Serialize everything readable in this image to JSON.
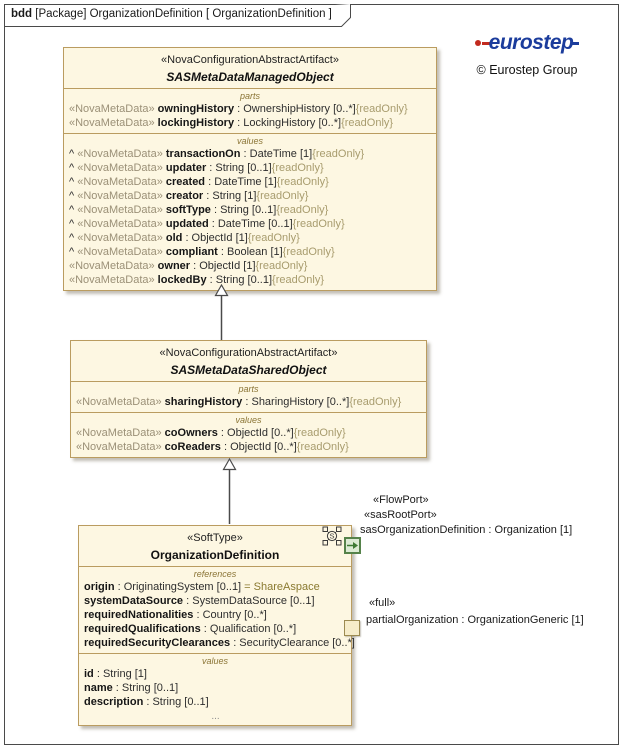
{
  "frame": {
    "tab": {
      "keyword": "bdd",
      "rest": " [Package] OrganizationDefinition [ OrganizationDefinition ]"
    }
  },
  "branding": {
    "logo": "eurostep",
    "copyright": "© Eurostep Group",
    "logo_color": "#1b3c9c",
    "logo_accent": "#c22a1e"
  },
  "icons": {
    "structure_letter": "S"
  },
  "colors": {
    "box_fill": "#fdf7e2",
    "box_border": "#ba9c60",
    "stereotype_muted": "#9b9077",
    "readonly_modifier": "#a89c6e",
    "default_value": "#8a7a30",
    "flow_port_green": "#55824a"
  },
  "classes": [
    {
      "stereotype": "«NovaConfigurationAbstractArtifact»",
      "name": "SASMetaDataManagedObject",
      "compartments": [
        {
          "label": "parts",
          "rows": [
            {
              "stereotype": "«NovaMetaData»",
              "name": "owningHistory",
              "type": " : OwnershipHistory [0..*]",
              "modifier": "{readOnly}"
            },
            {
              "stereotype": "«NovaMetaData»",
              "name": "lockingHistory",
              "type": " : LockingHistory [0..*]",
              "modifier": "{readOnly}"
            }
          ]
        },
        {
          "label": "values",
          "rows": [
            {
              "prefix": "^",
              "stereotype": "«NovaMetaData»",
              "name": "transactionOn",
              "type": " : DateTime [1]",
              "modifier": "{readOnly}"
            },
            {
              "prefix": "^",
              "stereotype": "«NovaMetaData»",
              "name": "updater",
              "type": " : String [0..1]",
              "modifier": "{readOnly}"
            },
            {
              "prefix": "^",
              "stereotype": "«NovaMetaData»",
              "name": "created",
              "type": " : DateTime [1]",
              "modifier": "{readOnly}"
            },
            {
              "prefix": "^",
              "stereotype": "«NovaMetaData»",
              "name": "creator",
              "type": " : String [1]",
              "modifier": "{readOnly}"
            },
            {
              "prefix": "^",
              "stereotype": "«NovaMetaData»",
              "name": "softType",
              "type": " : String [0..1]",
              "modifier": "{readOnly}"
            },
            {
              "prefix": "^",
              "stereotype": "«NovaMetaData»",
              "name": "updated",
              "type": " : DateTime [0..1]",
              "modifier": "{readOnly}"
            },
            {
              "prefix": "^",
              "stereotype": "«NovaMetaData»",
              "name": "old",
              "type": " : ObjectId [1]",
              "modifier": "{readOnly}"
            },
            {
              "prefix": "^",
              "stereotype": "«NovaMetaData»",
              "name": "compliant",
              "type": " : Boolean [1]",
              "modifier": "{readOnly}"
            },
            {
              "stereotype": "«NovaMetaData»",
              "name": "owner",
              "type": " : ObjectId [1]",
              "modifier": "{readOnly}"
            },
            {
              "stereotype": "«NovaMetaData»",
              "name": "lockedBy",
              "type": " : String [0..1]",
              "modifier": "{readOnly}"
            }
          ]
        }
      ]
    },
    {
      "stereotype": "«NovaConfigurationAbstractArtifact»",
      "name": "SASMetaDataSharedObject",
      "compartments": [
        {
          "label": "parts",
          "rows": [
            {
              "stereotype": "«NovaMetaData»",
              "name": "sharingHistory",
              "type": " : SharingHistory [0..*]",
              "modifier": "{readOnly}"
            }
          ]
        },
        {
          "label": "values",
          "rows": [
            {
              "stereotype": "«NovaMetaData»",
              "name": "coOwners",
              "type": " : ObjectId [0..*]",
              "modifier": "{readOnly}"
            },
            {
              "stereotype": "«NovaMetaData»",
              "name": "coReaders",
              "type": " : ObjectId [0..*]",
              "modifier": "{readOnly}"
            }
          ]
        }
      ]
    },
    {
      "stereotype": "«SoftType»",
      "name": "OrganizationDefinition",
      "compartments": [
        {
          "label": "references",
          "rows": [
            {
              "name": "origin",
              "type": " : OriginatingSystem [0..1]",
              "default": " = ShareAspace"
            },
            {
              "name": "systemDataSource",
              "type": " : SystemDataSource [0..1]"
            },
            {
              "name": "requiredNationalities",
              "type": " : Country [0..*]"
            },
            {
              "name": "requiredQualifications",
              "type": " : Qualification [0..*]"
            },
            {
              "name": "requiredSecurityClearances",
              "type": " : SecurityClearance [0..*]"
            }
          ]
        },
        {
          "label": "values",
          "rows": [
            {
              "name": "id",
              "type": " : String [1]"
            },
            {
              "name": "name",
              "type": " : String [0..1]"
            },
            {
              "name": "description",
              "type": " : String [0..1]"
            },
            {
              "ellipsis": "..."
            }
          ]
        }
      ]
    }
  ],
  "ports": [
    {
      "labels": [
        "«FlowPort»",
        "«sasRootPort»",
        "sasOrganizationDefinition : Organization [1]"
      ]
    },
    {
      "labels": [
        "«full»",
        "partialOrganization : OrganizationGeneric [1]"
      ]
    }
  ]
}
